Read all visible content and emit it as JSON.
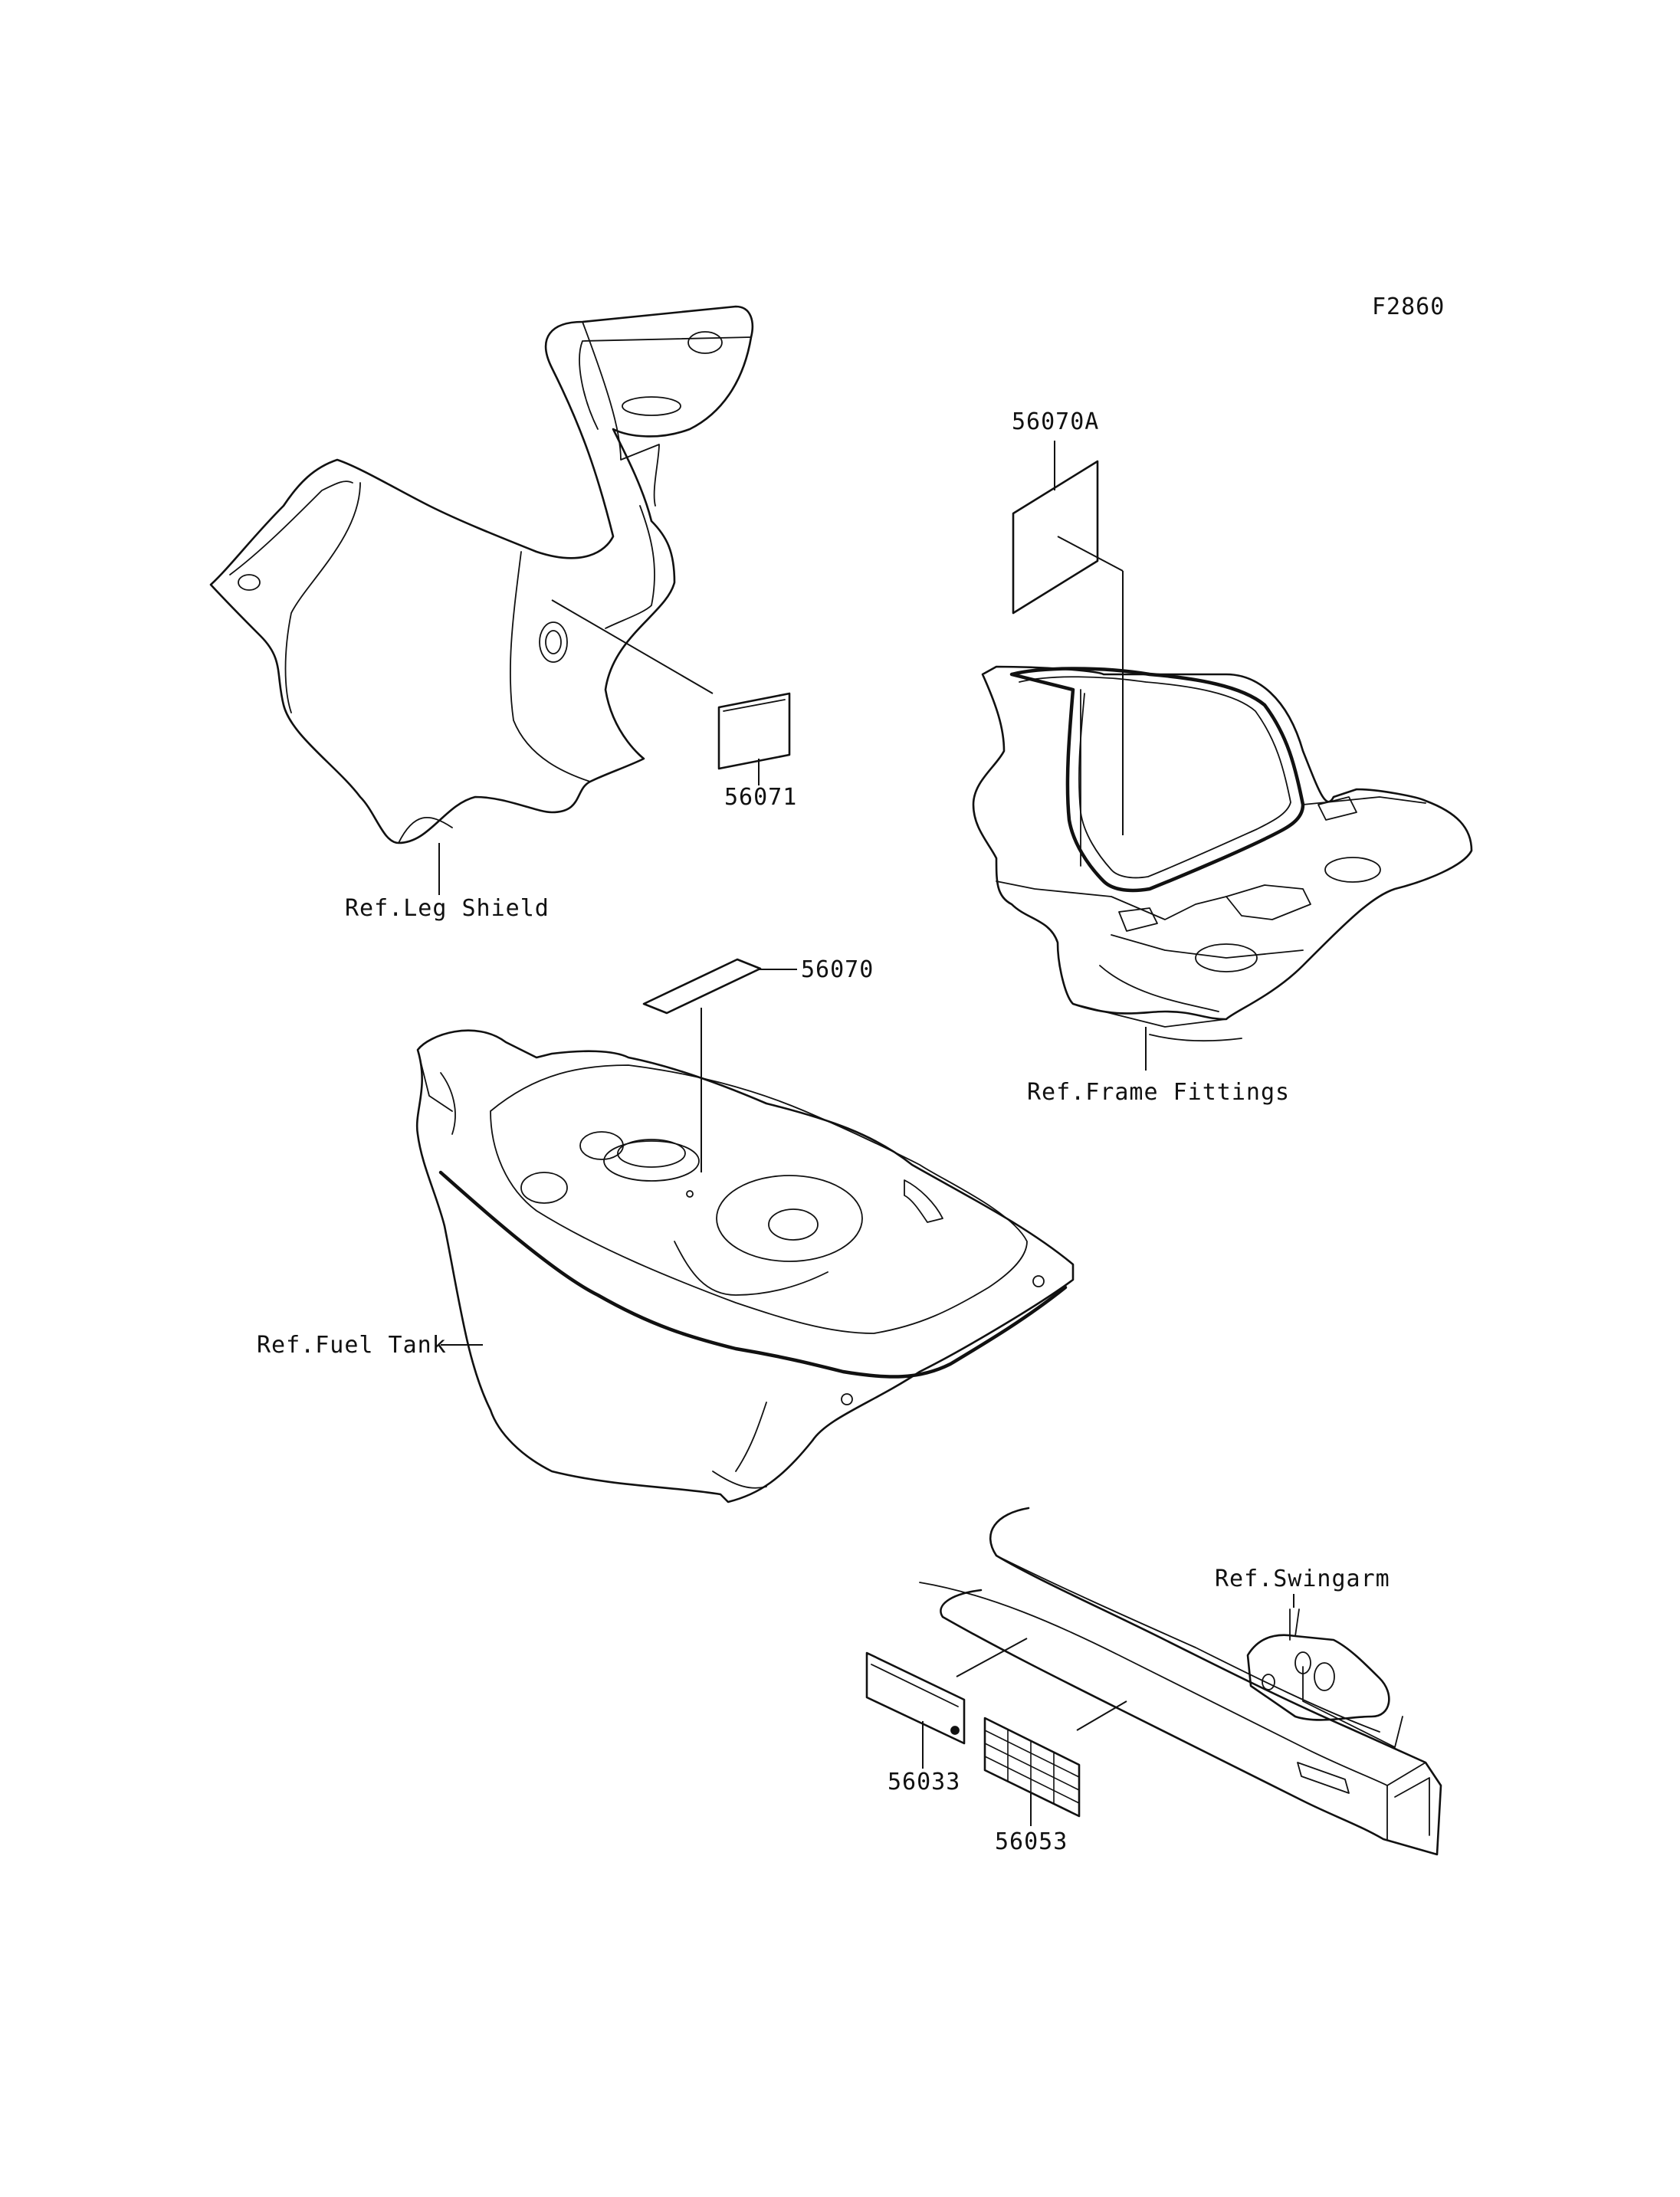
{
  "figure_id": "F2860",
  "callouts": {
    "leg_shield_label": "56071",
    "fuel_tank_label": "56070",
    "frame_label": "56070A",
    "swingarm_label_a": "56033",
    "swingarm_label_b": "56053"
  },
  "references": {
    "leg_shield": "Ref.Leg Shield",
    "frame_fittings": "Ref.Frame Fittings",
    "fuel_tank": "Ref.Fuel Tank",
    "swingarm": "Ref.Swingarm"
  }
}
